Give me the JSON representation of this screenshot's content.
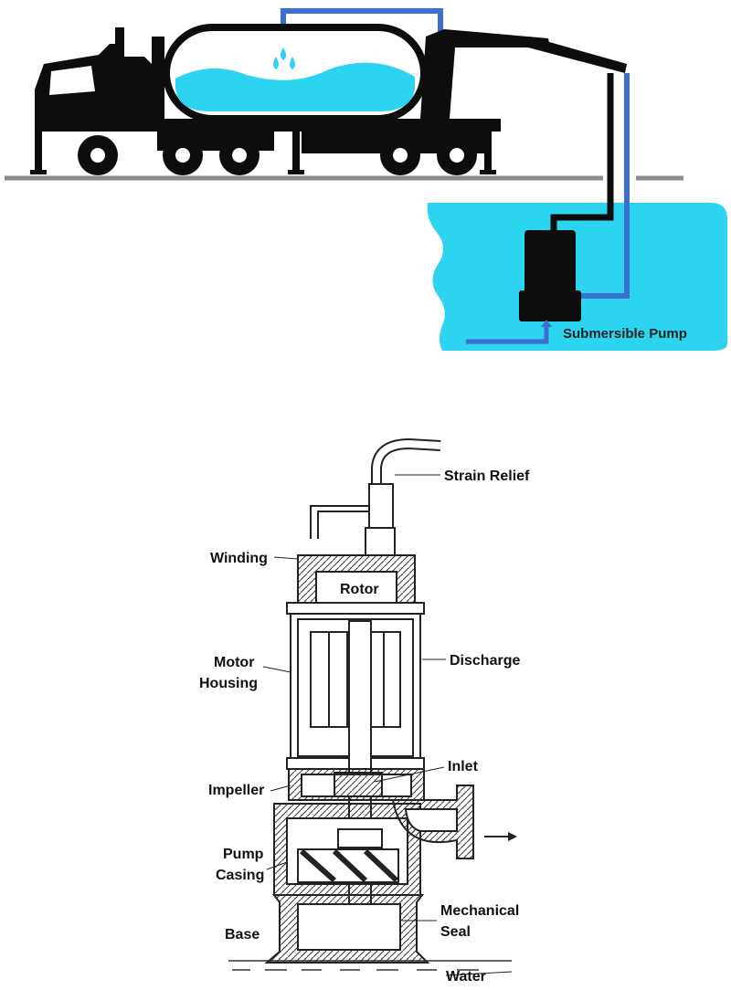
{
  "scene": {
    "pump_label": "Submersible Pump"
  },
  "cross_section": {
    "labels": {
      "strain_relief": "Strain Relief",
      "winding": "Winding",
      "rotor": "Rotor",
      "motor_housing_1": "Motor",
      "motor_housing_2": "Housing",
      "discharge": "Discharge",
      "inlet": "Inlet",
      "impeller": "Impeller",
      "pump_casing_1": "Pump",
      "pump_casing_2": "Casing",
      "mechanical_seal_1": "Mechanical",
      "mechanical_seal_2": "Seal",
      "base": "Base",
      "water": "Water"
    }
  },
  "colors": {
    "water": "#2cd4f0",
    "hose_blue": "#3b6fd0",
    "black": "#0d0d0d",
    "ground": "#8a8a8a"
  }
}
